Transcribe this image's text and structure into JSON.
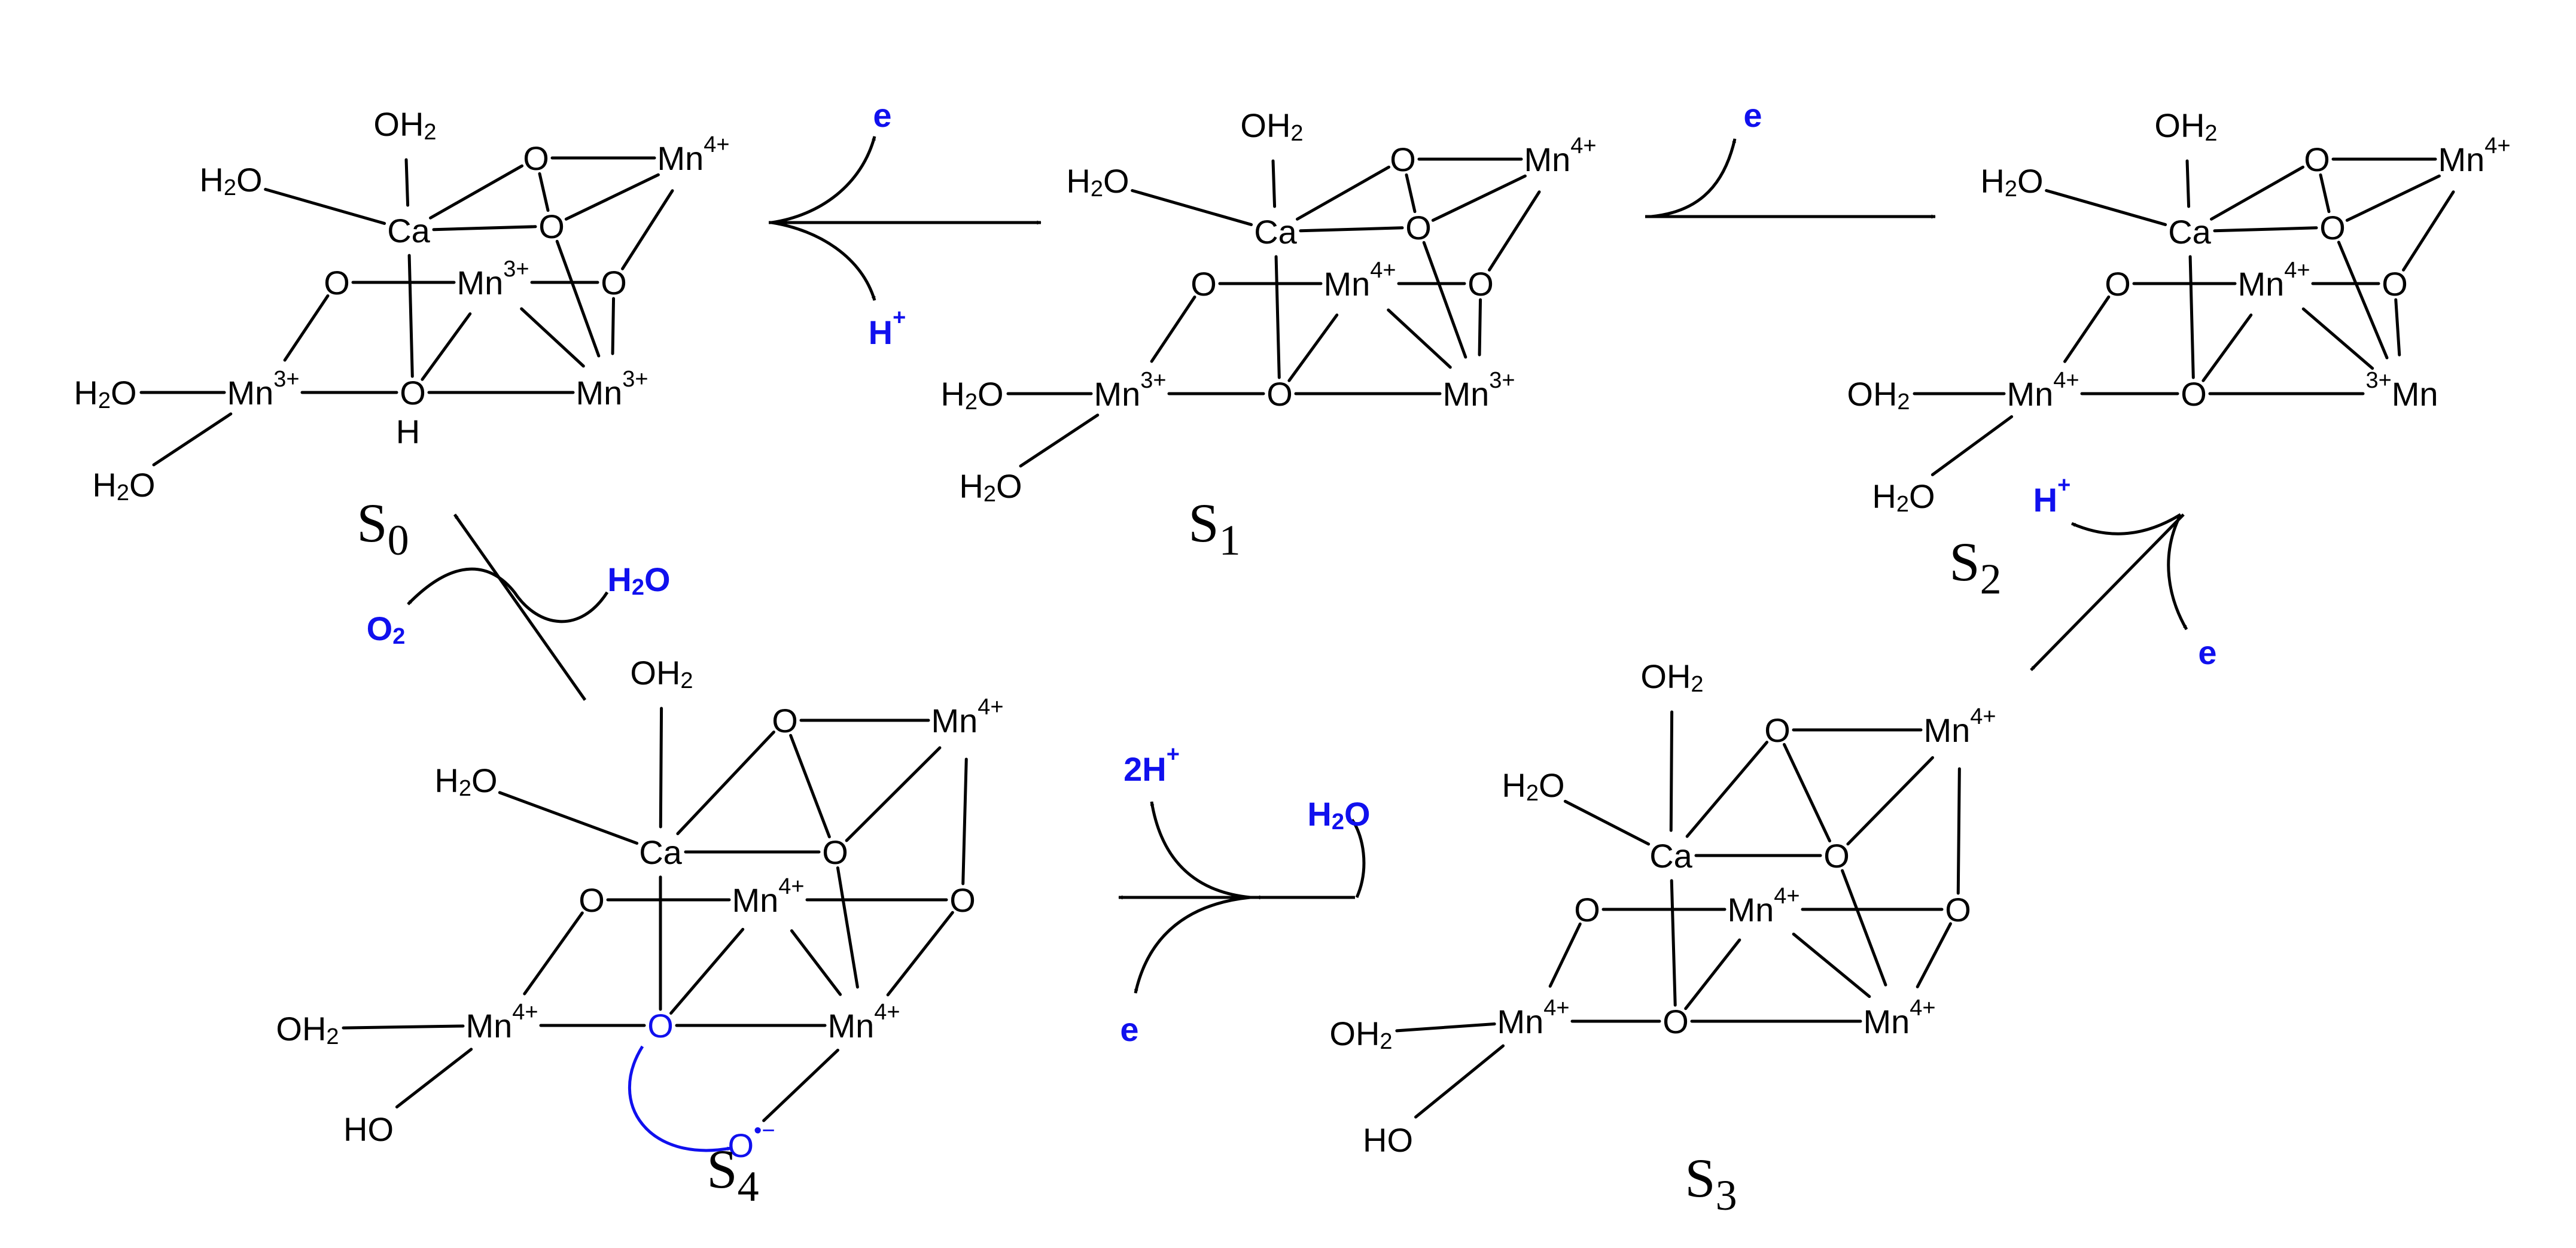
{
  "colors": {
    "ink": "#000000",
    "accent": "#1010ee"
  },
  "atoms": {
    "o": "O",
    "ca": "Ca",
    "mn": "Mn",
    "h2o": "H2O",
    "oh2": "OH2",
    "ho": "HO",
    "h": "H",
    "oxyl": "O",
    "oxyl_charge": "•−"
  },
  "charges": {
    "mn3": "3+",
    "mn4": "4+"
  },
  "states": [
    {
      "label": "S",
      "index": "0"
    },
    {
      "label": "S",
      "index": "1"
    },
    {
      "label": "S",
      "index": "2"
    },
    {
      "label": "S",
      "index": "3"
    },
    {
      "label": "S",
      "index": "4"
    }
  ],
  "species": {
    "electron": "e",
    "proton": "H",
    "proton_charge": "+",
    "two_protons": "2H",
    "water": "H2O",
    "dioxygen": "O2"
  }
}
